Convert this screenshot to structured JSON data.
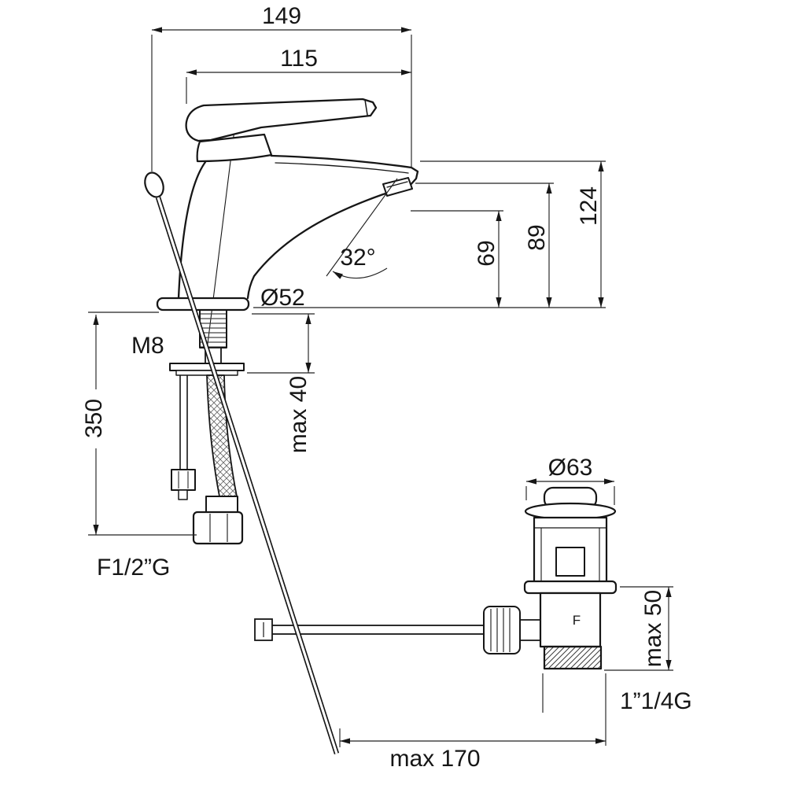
{
  "drawing": {
    "background": "#ffffff",
    "line_color": "#161616",
    "labels": {
      "dim_149": "149",
      "dim_115": "115",
      "dim_124": "124",
      "dim_89": "89",
      "dim_69": "69",
      "angle_spout": "32°",
      "dia_base": "Ø52",
      "thread_rod": "M8",
      "dim_350": "350",
      "dim_max40": "max 40",
      "thread_hose": "F1/2”G",
      "dia_waste": "Ø63",
      "dim_max50": "max 50",
      "thread_waste": "1”1/4G",
      "dim_max170": "max 170",
      "waste_marking": "F"
    }
  }
}
